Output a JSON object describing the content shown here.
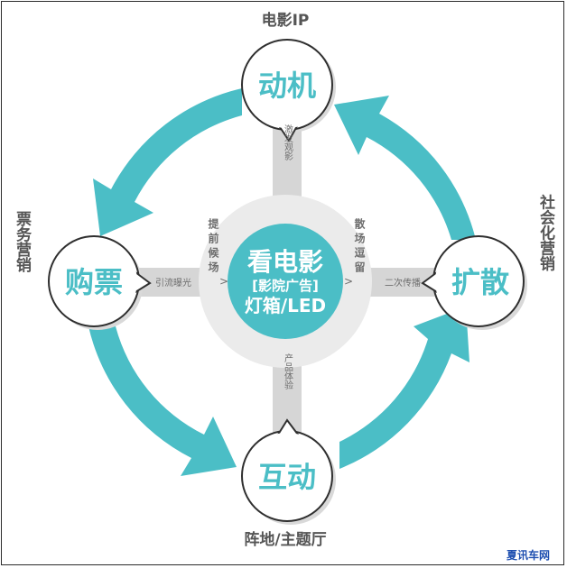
{
  "colors": {
    "accent": "#4BBEC6",
    "gray_box": "#D6D6D6",
    "light_gray": "#EBEBEB",
    "side_text": "#555555",
    "small_text": "#6E6E6E"
  },
  "center": {
    "title": "看电影",
    "subtitle": "[影院广告]",
    "line3": "灯箱/LED"
  },
  "nodes": {
    "top": "动机",
    "right": "扩散",
    "bottom": "互动",
    "left": "购票"
  },
  "outer_labels": {
    "top": "电影IP",
    "right": "社会化营销",
    "bottom": "阵地/主题厅",
    "left": "票务营销"
  },
  "connectors": {
    "top": "激发观影",
    "right": "二次传播",
    "bottom": "产品体验",
    "left": "引流曝光"
  },
  "inner_text": {
    "left": "提前候场",
    "right": "散场逗留"
  },
  "watermark": "夏讯车网"
}
